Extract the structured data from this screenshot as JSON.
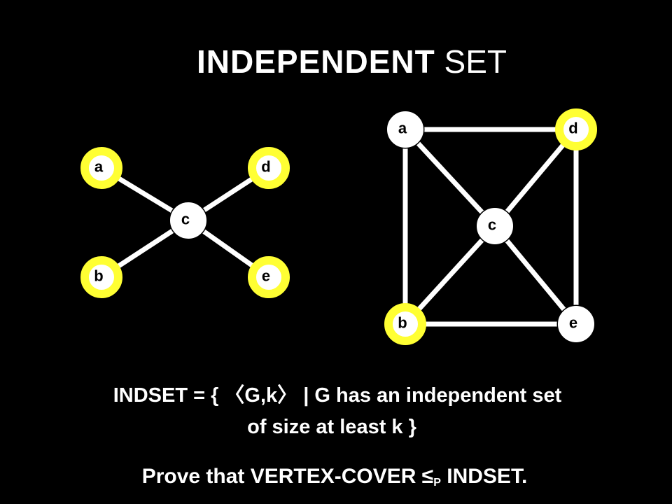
{
  "title": {
    "bold": "INDEPENDENT",
    "regular": "SET"
  },
  "colors": {
    "background": "#000000",
    "stroke": "#ffffff",
    "highlight": "#ffff33",
    "node_fill": "#ffffff",
    "label": "#000000"
  },
  "graph_star": {
    "nodes": [
      {
        "id": "a",
        "label": "a",
        "highlighted": true
      },
      {
        "id": "d",
        "label": "d",
        "highlighted": true
      },
      {
        "id": "c",
        "label": "c",
        "highlighted": false
      },
      {
        "id": "b",
        "label": "b",
        "highlighted": true
      },
      {
        "id": "e",
        "label": "e",
        "highlighted": true
      }
    ],
    "edges": [
      [
        "a",
        "c"
      ],
      [
        "d",
        "c"
      ],
      [
        "b",
        "c"
      ],
      [
        "e",
        "c"
      ]
    ]
  },
  "graph_square": {
    "nodes": [
      {
        "id": "a",
        "label": "a",
        "highlighted": false
      },
      {
        "id": "d",
        "label": "d",
        "highlighted": true
      },
      {
        "id": "c",
        "label": "c",
        "highlighted": false
      },
      {
        "id": "b",
        "label": "b",
        "highlighted": true
      },
      {
        "id": "e",
        "label": "e",
        "highlighted": false
      }
    ],
    "edges": [
      [
        "a",
        "d"
      ],
      [
        "a",
        "b"
      ],
      [
        "d",
        "e"
      ],
      [
        "b",
        "e"
      ],
      [
        "a",
        "c"
      ],
      [
        "c",
        "e"
      ],
      [
        "d",
        "c"
      ],
      [
        "c",
        "b"
      ]
    ]
  },
  "text": {
    "line1": "INDSET = { 〈G,k〉 | G has an independent set",
    "line2": "of size at least k }",
    "line3_before": "Prove that VERTEX-COVER ≤",
    "line3_sub": "P",
    "line3_after": " INDSET."
  }
}
